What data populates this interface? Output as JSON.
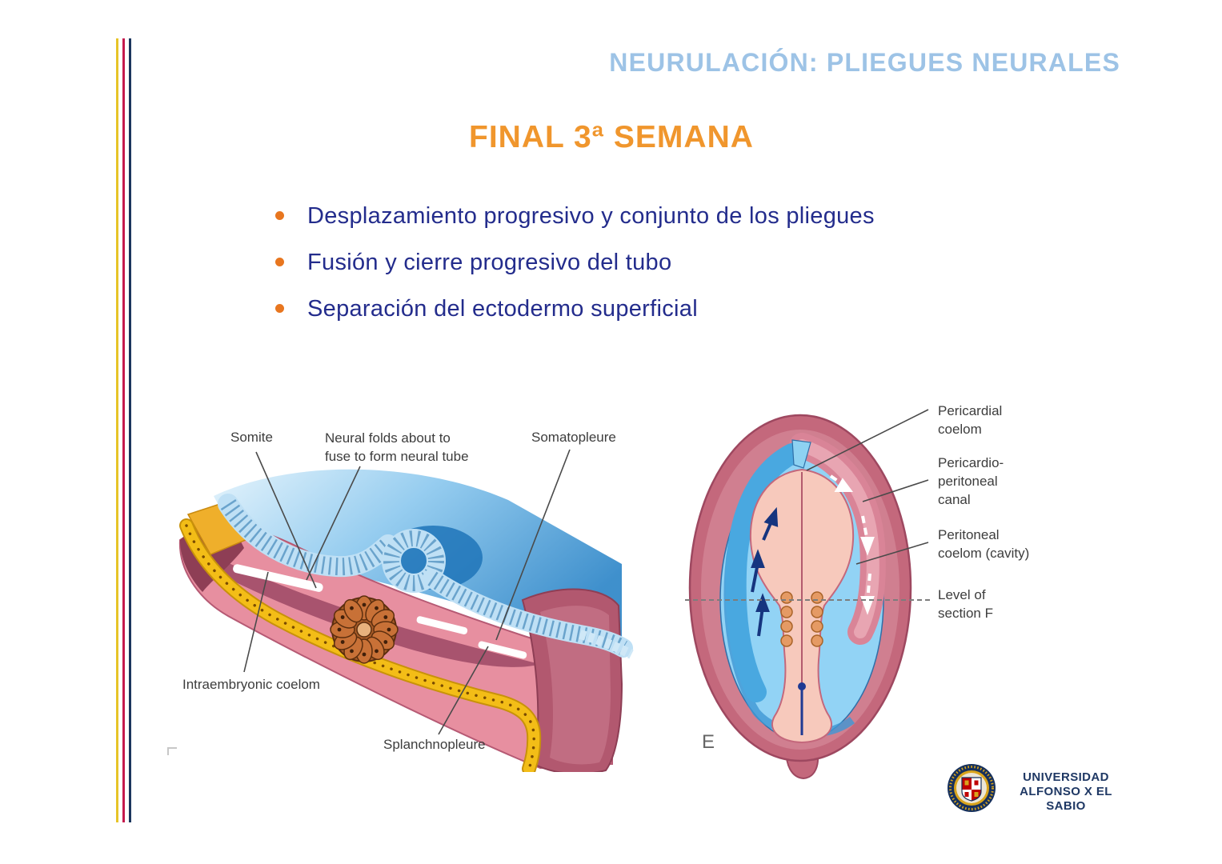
{
  "slide": {
    "header": "NEURULACIÓN: PLIEGUES NEURALES",
    "title": "FINAL 3ª SEMANA",
    "bullets": [
      "Desplazamiento progresivo y conjunto de los pliegues",
      "Fusión y cierre progresivo del tubo",
      "Separación del ectodermo superficial"
    ]
  },
  "left_diagram": {
    "labels": {
      "somite": "Somite",
      "neural_folds": [
        "Neural folds about to",
        "fuse to form neural tube"
      ],
      "somatopleure": "Somatopleure",
      "intraembryonic_coelom": "Intraembryonic coelom",
      "splanchnopleure": "Splanchnopleure"
    }
  },
  "right_diagram": {
    "labels": {
      "pericardial_coelom": [
        "Pericardial",
        "coelom"
      ],
      "pericardio_peritoneal_canal": [
        "Pericardio-",
        "peritoneal",
        "canal"
      ],
      "peritoneal_coelom": [
        "Peritoneal",
        "coelom (cavity)"
      ],
      "level_of_section": [
        "Level of",
        "section F"
      ],
      "panel_letter": "E"
    }
  },
  "footer": {
    "university_name_line1": "UNIVERSIDAD",
    "university_name_line2": "ALFONSO X EL SABIO"
  },
  "colors": {
    "header_blue": "#9DC3E6",
    "title_orange": "#F0962D",
    "bullet_text": "#232C8C",
    "bullet_dot": "#E8761F",
    "diagram_label": "#3D3D3D",
    "stripe_yellow": "#E7C428",
    "stripe_red": "#C4194D",
    "stripe_navy": "#1B365D",
    "logo_navy": "#1F3864"
  }
}
